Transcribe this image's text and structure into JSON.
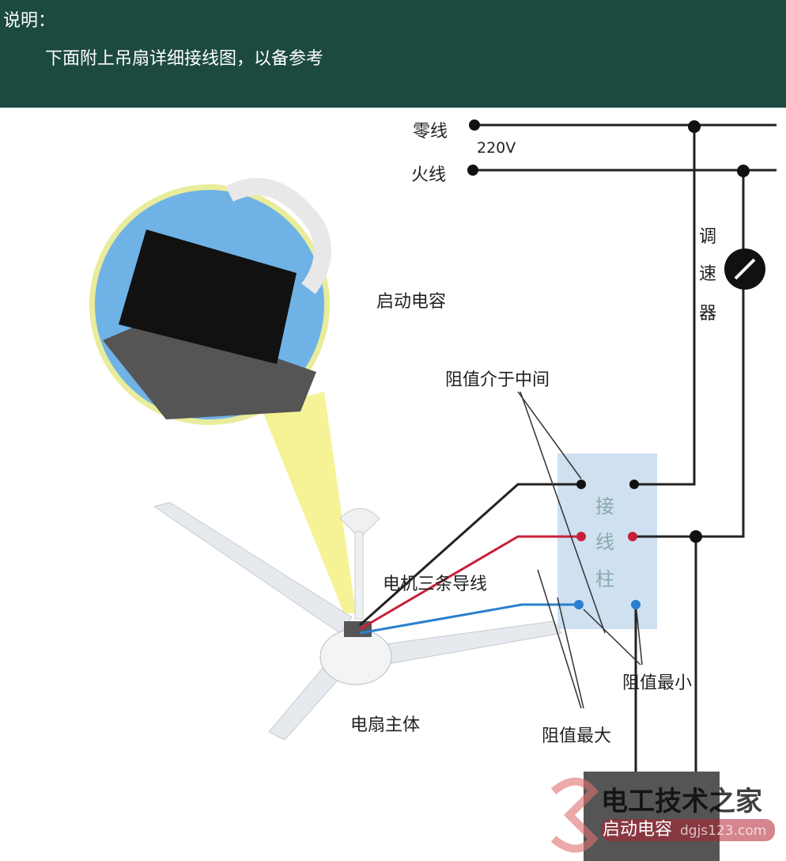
{
  "header": {
    "label": "说明：",
    "description": "下面附上吊扇详细接线图，以备参考"
  },
  "diagram": {
    "neutral": "零线",
    "live": "火线",
    "voltage": "220V",
    "regulator": [
      "调",
      "速",
      "器"
    ],
    "capacitor_top": "启动电容",
    "mid_resistance": "阻值介于中间",
    "motor_leads": "电机三条导线",
    "terminal": [
      "接",
      "线",
      "柱"
    ],
    "min_resistance": "阻值最小",
    "max_resistance": "阻值最大",
    "fan_body": "电扇主体",
    "capacitor_bottom": "启动电容"
  },
  "watermark": {
    "name": "电工技术之家",
    "url": "dgjs123.com"
  },
  "colors": {
    "header": "#1c4a41",
    "terminal_box": "#cfe0f0",
    "red_wire": "#c8203a",
    "blue_wire": "#2a7fd0"
  }
}
